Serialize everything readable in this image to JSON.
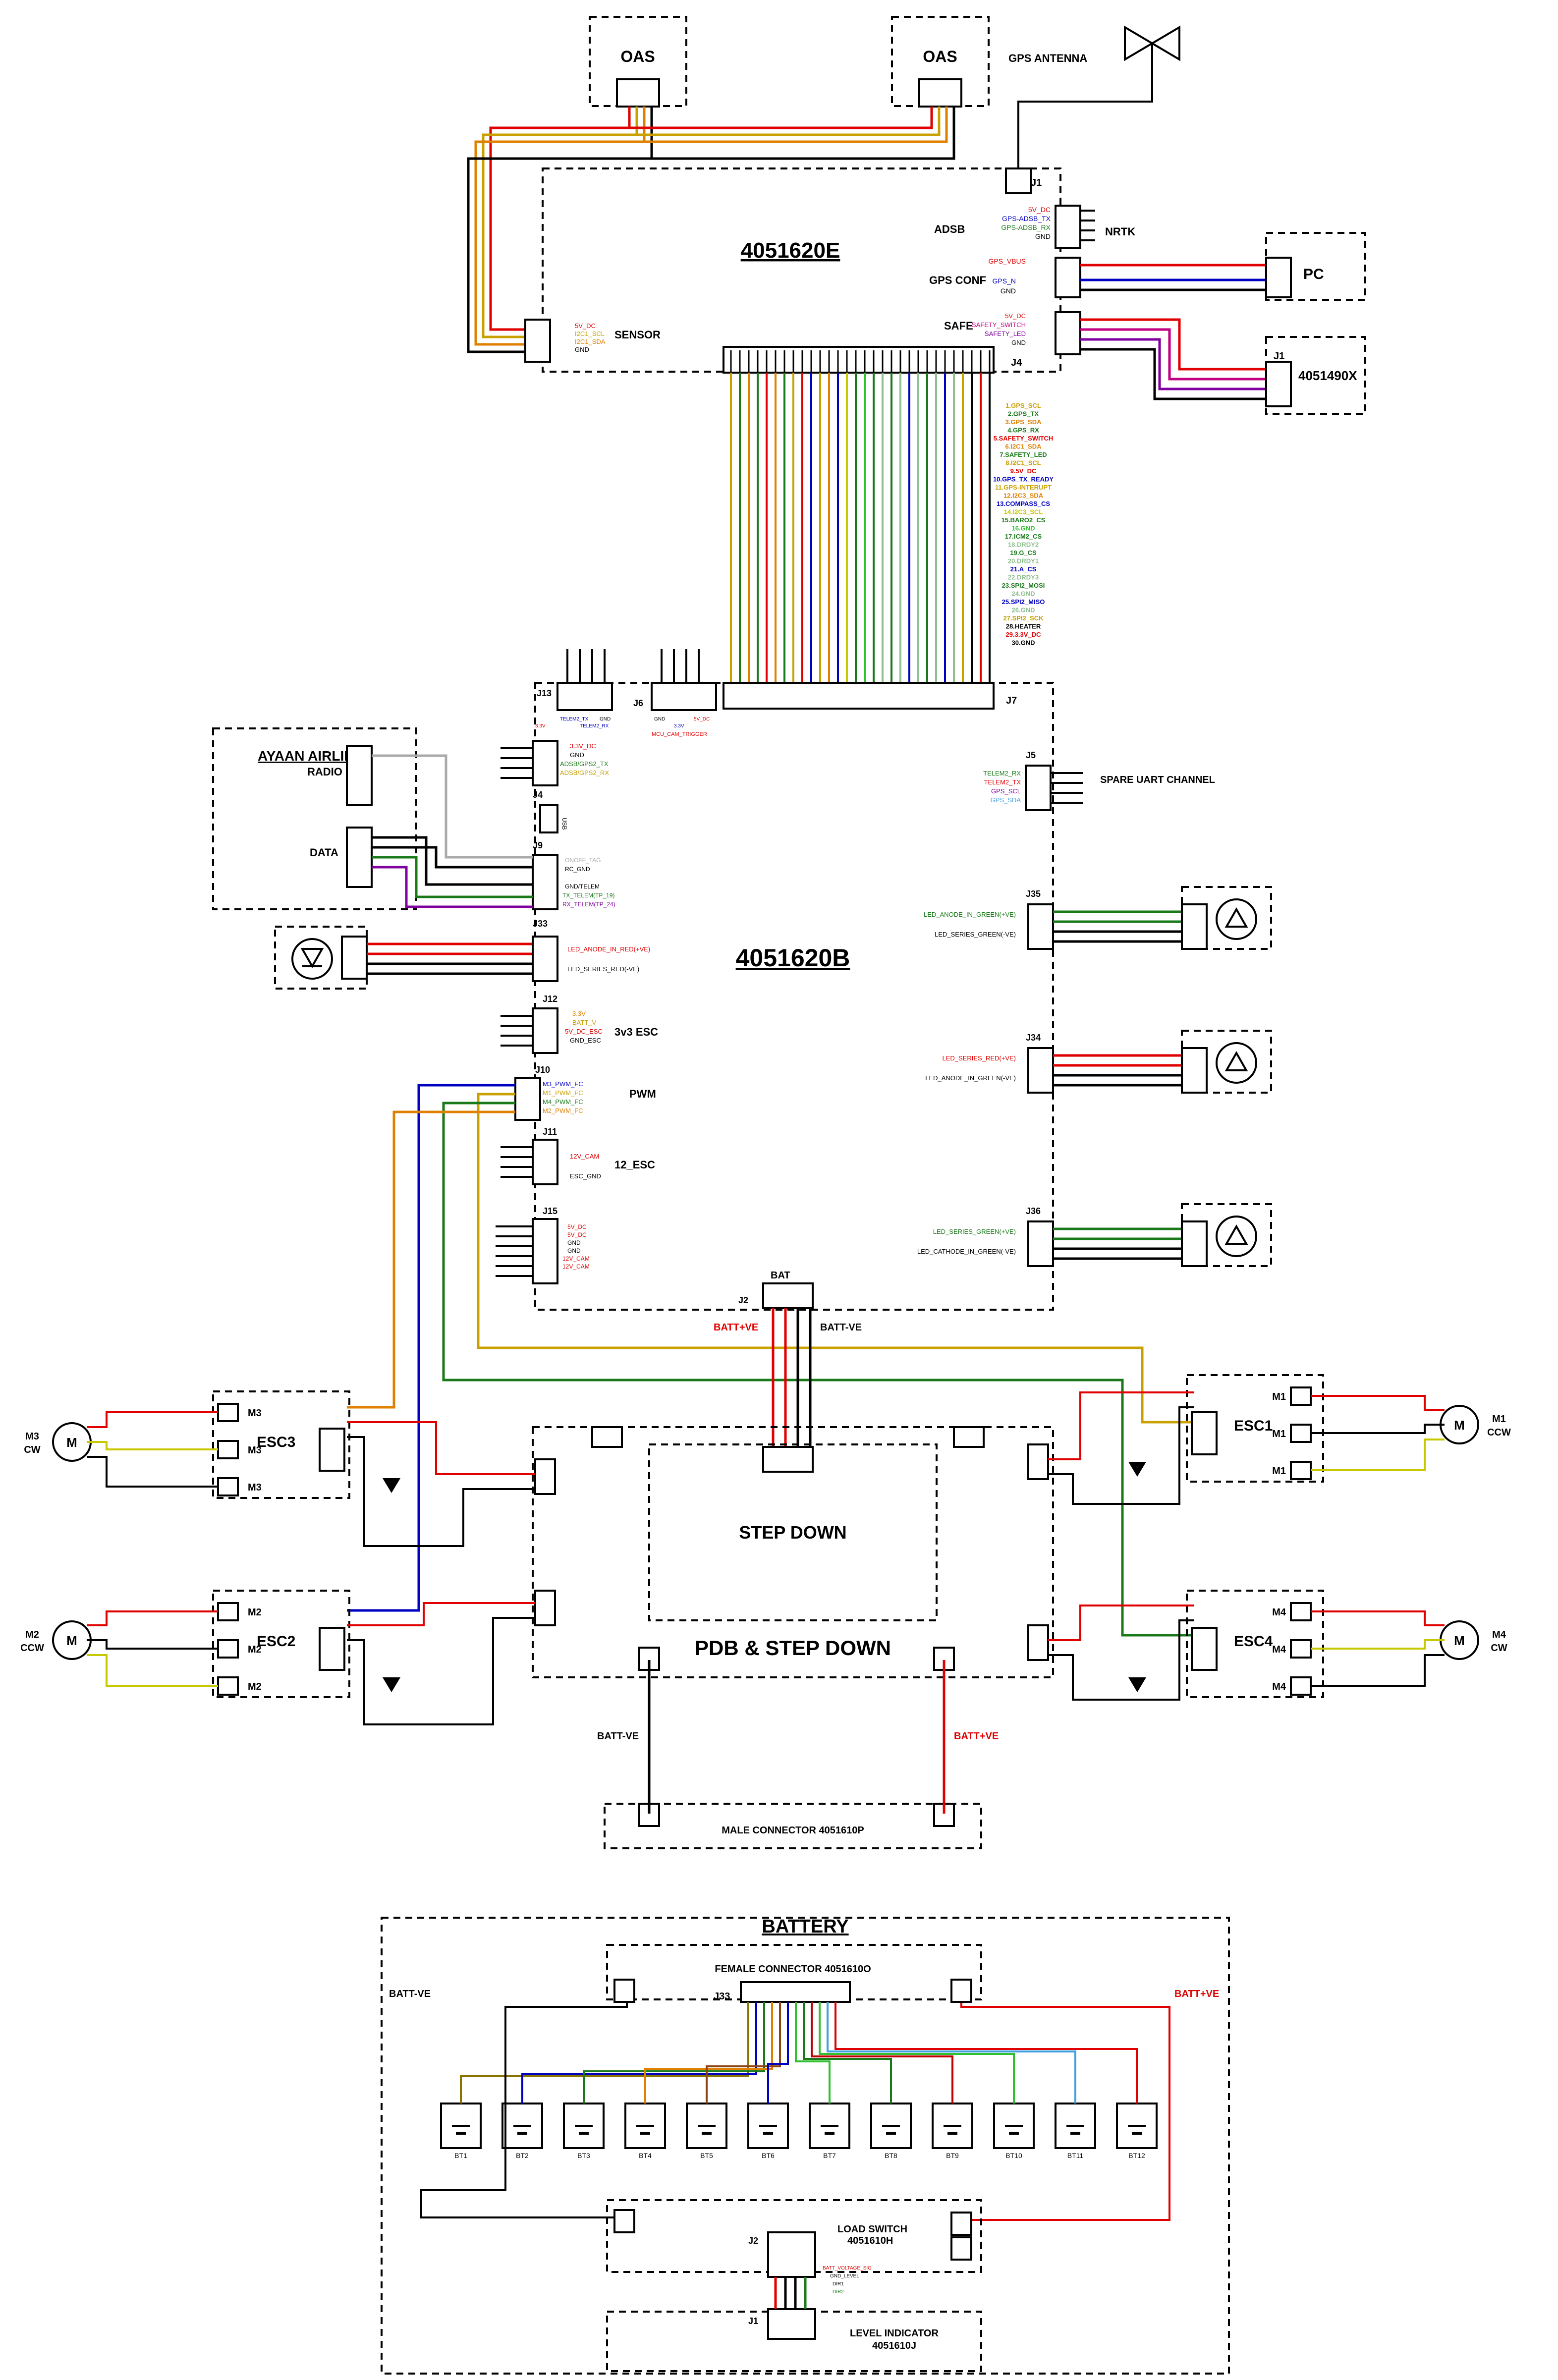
{
  "top": {
    "oas_left": "OAS",
    "oas_right": "OAS",
    "gps_antenna": "GPS ANTENNA",
    "fc_top_title": "4051620E",
    "j1": "J1",
    "j4": "J4",
    "adsb": "ADSB",
    "nrtk": "NRTK",
    "gps_conf": "GPS CONF",
    "pc": "PC",
    "safe": "SAFE",
    "dev_4051490x": "4051490X",
    "dev_4051490x_j1": "J1",
    "sensor": "SENSOR",
    "adsb_pins": [
      "5V_DC",
      "GPS-ADSB_TX",
      "GPS-ADSB_RX",
      "GND"
    ],
    "gpsconf_pins": [
      "GPS_VBUS",
      "GPS_N",
      "GND"
    ],
    "safe_pins": [
      "5V_DC",
      "SAFETY_SWITCH",
      "SAFETY_LED",
      "GND"
    ],
    "sensor_pins": [
      "5V_DC",
      "I2C1_SCL",
      "I2C1_SDA",
      "GND"
    ]
  },
  "gps_bus": {
    "pins": [
      {
        "label": "1.GPS_SCL",
        "color": "#c8a000"
      },
      {
        "label": "2.GPS_TX",
        "color": "#1a7a1a"
      },
      {
        "label": "3.GPS_SDA",
        "color": "#e08000"
      },
      {
        "label": "4.GPS_RX",
        "color": "#1a7a1a"
      },
      {
        "label": "5.SAFETY_SWITCH",
        "color": "#e00000"
      },
      {
        "label": "6.I2C1_SDA",
        "color": "#e08000"
      },
      {
        "label": "7.SAFETY_LED",
        "color": "#1a7a1a"
      },
      {
        "label": "8.I2C1_SCL",
        "color": "#c8a000"
      },
      {
        "label": "9.5V_DC",
        "color": "#e00000"
      },
      {
        "label": "10.GPS_TX_READY",
        "color": "#0000c0"
      },
      {
        "label": "11.GPS-INTERUPT",
        "color": "#c8a000"
      },
      {
        "label": "12.I2C3_SDA",
        "color": "#e08000"
      },
      {
        "label": "13.COMPASS_CS",
        "color": "#0000c0"
      },
      {
        "label": "14.I2C3_SCL",
        "color": "#c8c800"
      },
      {
        "label": "15.BARO2_CS",
        "color": "#1a7a1a"
      },
      {
        "label": "16.GND",
        "color": "#30c030"
      },
      {
        "label": "17.ICM2_CS",
        "color": "#1a7a1a"
      },
      {
        "label": "18.DRDY2",
        "color": "#90c090"
      },
      {
        "label": "19.G_CS",
        "color": "#1a7a1a"
      },
      {
        "label": "20.DRDY1",
        "color": "#90c090"
      },
      {
        "label": "21.A_CS",
        "color": "#0000c0"
      },
      {
        "label": "22.DRDY3",
        "color": "#90c090"
      },
      {
        "label": "23.SPI2_MOSI",
        "color": "#1a7a1a"
      },
      {
        "label": "24.GND",
        "color": "#90c090"
      },
      {
        "label": "25.SPI2_MISO",
        "color": "#0000c0"
      },
      {
        "label": "26.GND",
        "color": "#90c090"
      },
      {
        "label": "27.SPI2_SCK",
        "color": "#c8a000"
      },
      {
        "label": "28.HEATER",
        "color": "#000000"
      },
      {
        "label": "29.3.3V_DC",
        "color": "#e00000"
      },
      {
        "label": "30.GND",
        "color": "#000000"
      }
    ]
  },
  "fc_bottom": {
    "title": "4051620B",
    "j13": "J13",
    "j6": "J6",
    "j7": "J7",
    "j13_pins": [
      "3.3V",
      "TELEM2_TX",
      "TELEM2_RX",
      "GND"
    ],
    "j6_pins": [
      "GND",
      "3.3V",
      "5V_DC",
      "MCU_CAM_TRIGGER"
    ],
    "j4": "J4",
    "usb": "USB",
    "j9": "J9",
    "j33": "J33",
    "j12": "J12",
    "j10": "J10",
    "j11": "J11",
    "j15": "J15",
    "j5": "J5",
    "j35": "J35",
    "j34": "J34",
    "j36": "J36",
    "j2": "J2",
    "bat": "BAT",
    "batt_pos": "BATT+VE",
    "batt_neg": "BATT-VE",
    "j4_pins": [
      "3.3V_DC",
      "GND",
      "ADSB/GPS2_TX",
      "ADSB/GPS2_RX"
    ],
    "j9_pins": [
      "ONOFF_TAG",
      "RC_GND",
      "",
      "GND/TELEM",
      "TX_TELEM(TP_19)",
      "RX_TELEM(TP_24)"
    ],
    "j33_pins": [
      "LED_ANODE_IN_RED(+VE)",
      "LED_SERIES_RED(-VE)"
    ],
    "j12_pins": [
      "3.3V",
      "BATT_V",
      "5V_DC_ESC",
      "GND_ESC"
    ],
    "j12_name": "3v3 ESC",
    "j10_pins": [
      "M3_PWM_FC",
      "M1_PWM_FC",
      "M4_PWM_FC",
      "M2_PWM_FC"
    ],
    "j10_name": "PWM",
    "j11_pins": [
      "12V_CAM",
      "ESC_GND"
    ],
    "j11_name": "12_ESC",
    "j15_pins": [
      "5V_DC",
      "5V_DC",
      "GND",
      "GND",
      "12V_CAM",
      "12V_CAM"
    ],
    "j5_pins": [
      "TELEM2_RX",
      "TELEM2_TX",
      "GPS_SCL",
      "GPS_SDA"
    ],
    "j5_name": "SPARE UART CHANNEL",
    "j35_pins": [
      "LED_ANODE_IN_GREEN(+VE)",
      "LED_SERIES_GREEN(-VE)"
    ],
    "j34_pins": [
      "LED_SERIES_RED(+VE)",
      "LED_ANODE_IN_GREEN(-VE)"
    ],
    "j36_pins": [
      "LED_SERIES_GREEN(+VE)",
      "LED_CATHODE_IN_GREEN(-VE)"
    ]
  },
  "airlink": {
    "title": "AYAAN AIRLINK",
    "radio": "RADIO",
    "data": "DATA"
  },
  "power": {
    "m3": "M3",
    "m3_dir": "CW",
    "m2": "M2",
    "m2_dir": "CCW",
    "m1": "M1",
    "m1_dir": "CCW",
    "m4": "M4",
    "m4_dir": "CW",
    "motor": "M",
    "esc1": "ESC1",
    "esc2": "ESC2",
    "esc3": "ESC3",
    "esc4": "ESC4",
    "step_down": "STEP DOWN",
    "pdb": "PDB  &  STEP DOWN",
    "batt_neg": "BATT-VE",
    "batt_pos": "BATT+VE",
    "male_conn": "MALE CONNECTOR 4051610P"
  },
  "battery": {
    "title": "BATTERY",
    "female_conn": "FEMALE CONNECTOR 4051610O",
    "j33": "J33",
    "batt_neg": "BATT-VE",
    "batt_pos": "BATT+VE",
    "cells": [
      "BT1",
      "BT2",
      "BT3",
      "BT4",
      "BT5",
      "BT6",
      "BT7",
      "BT8",
      "BT9",
      "BT10",
      "BT11",
      "BT12"
    ],
    "load_switch": "LOAD SWITCH",
    "load_switch_pn": "4051610H",
    "j2": "J2",
    "j1": "J1",
    "level_pins": [
      "BATT_VOLTAGE_SIG",
      "GND_LEVEL",
      "DIR1",
      "DIR2"
    ],
    "level_indicator": "LEVEL INDICATOR",
    "level_indicator_pn": "4051610J"
  }
}
